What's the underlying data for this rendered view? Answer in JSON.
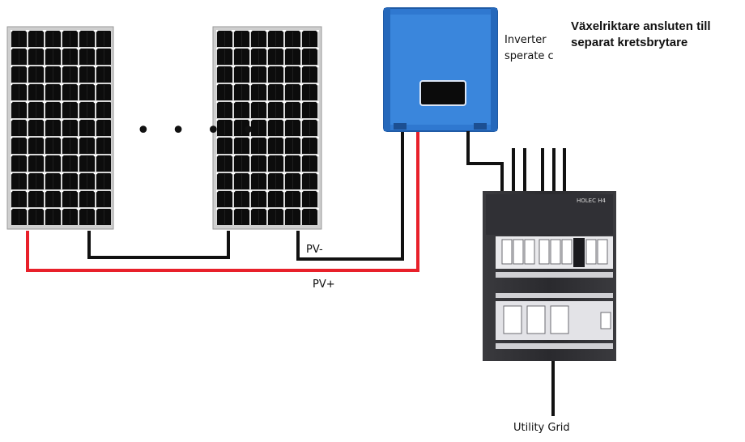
{
  "labels": {
    "pv_minus": "PV-",
    "pv_plus": "PV+",
    "inverter_line1": "Inverter",
    "inverter_line2": "sperate c",
    "utility_grid": "Utility Grid",
    "brand_plate": "HOLEC H4",
    "ellipsis": "• • • •"
  },
  "caption": {
    "line1": "Växelriktare ansluten till",
    "line2": "separat kretsbrytare"
  },
  "colors": {
    "pv_plus_wire": "#e8202a",
    "pv_minus_wire": "#111111",
    "inverter_body": "#2f78d0",
    "solar_cell": "#0d0d0d",
    "panel_frame": "#c8c8c8",
    "breaker_panel": "#2a2a2e"
  }
}
